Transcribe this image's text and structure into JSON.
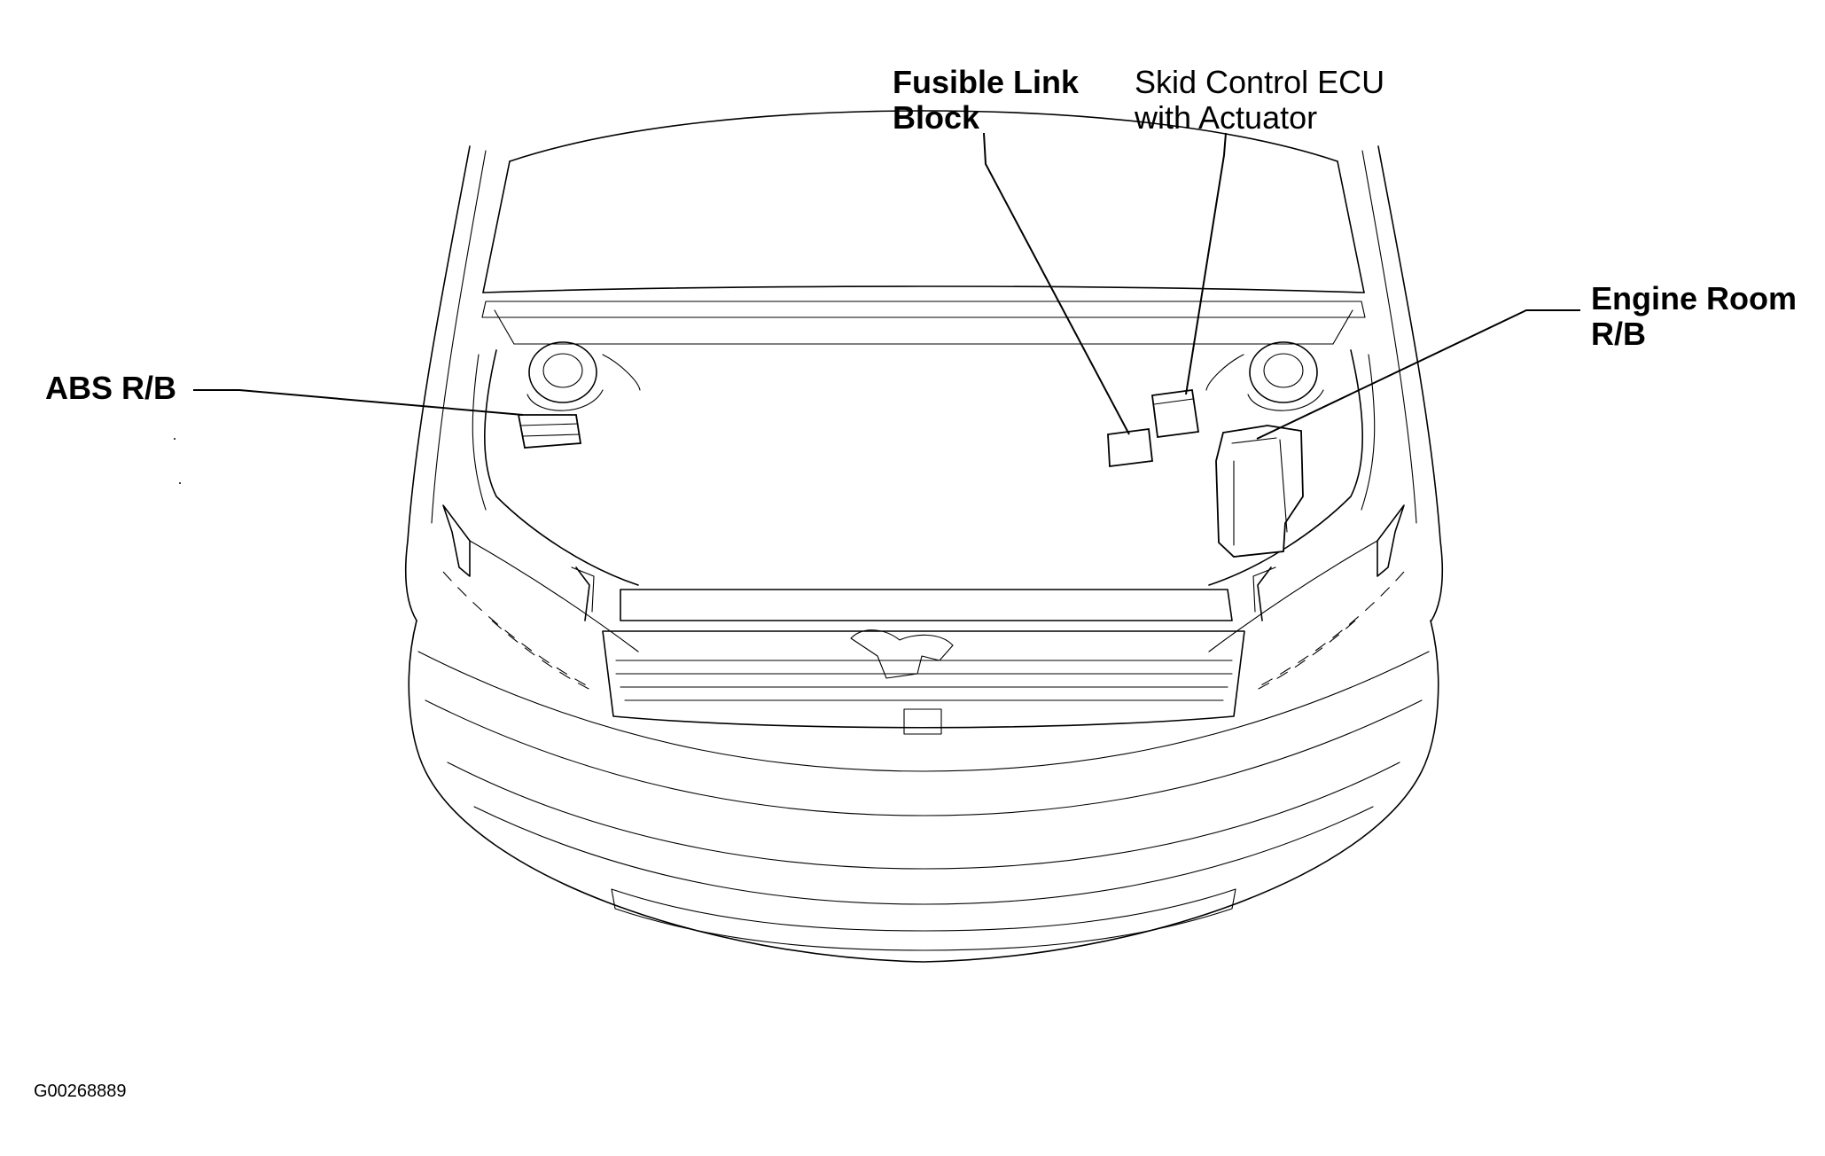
{
  "labels": {
    "fusible_link_block_line1": "Fusible Link",
    "fusible_link_block_line2": "Block",
    "skid_control_ecu_line1": "Skid Control ECU",
    "skid_control_ecu_line2": "with Actuator",
    "engine_room_rb_line1": "Engine Room",
    "engine_room_rb_line2": "R/B",
    "abs_rb": "ABS R/B"
  },
  "figure_code": "G00268889"
}
